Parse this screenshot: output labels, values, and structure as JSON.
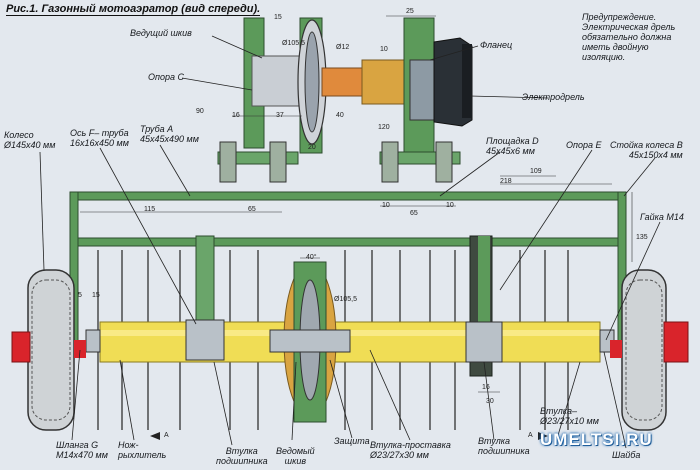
{
  "title": "Рис.1. Газонный мотоаэратор (вид спереди).",
  "warning": "Предупреждение. Электрическая дрель обязательно должна иметь двойную изоляцию.",
  "labels": {
    "drive_pulley": "Ведущий шкив",
    "support_c": "Опора C",
    "flange": "Фланец",
    "drill": "Электродрель",
    "tube_a": "Труба A\n45х45х490 мм",
    "platform_d": "Площадка D\n45х45х6 мм",
    "support_e": "Опора E",
    "wheel_post_b": "Стойка колеса B\n45х150х4 мм",
    "wheel": "Колесо\nØ145х40 мм",
    "axle_f": "Ось F– труба\n16х16х450 мм",
    "nut": "Гайка М14",
    "rod_g": "Шланга G\nМ14х470 мм",
    "knife": "Нож-\nрыхлитель",
    "bearing_sleeve_1": "Втулка\nподшипника",
    "driven_pulley": "Ведомый\nшкив",
    "guard": "Защита",
    "spacer_sleeve": "Втулка-проставка\nØ23/27х30 мм",
    "bearing_sleeve_2": "Втулка\nподшипника",
    "sleeve_small": "Втулка–\nØ23/27х10 мм",
    "washer": "Шайба"
  },
  "dimensions": [
    "15",
    "90",
    "Ø105,5",
    "Ø12",
    "25",
    "10",
    "120",
    "37",
    "20",
    "16",
    "40",
    "65",
    "115",
    "10",
    "65",
    "10",
    "218",
    "109",
    "135",
    "5",
    "15",
    "40°",
    "Ø105,5",
    "16",
    "30",
    "А",
    "А"
  ],
  "watermark": "UMELTSI.RU",
  "colors": {
    "frame": "#3e8a4a",
    "shaft": "#f0dd55",
    "wheel_red": "#d9242b",
    "drill_dark": "#2a3036",
    "wood": "#d9a441"
  }
}
